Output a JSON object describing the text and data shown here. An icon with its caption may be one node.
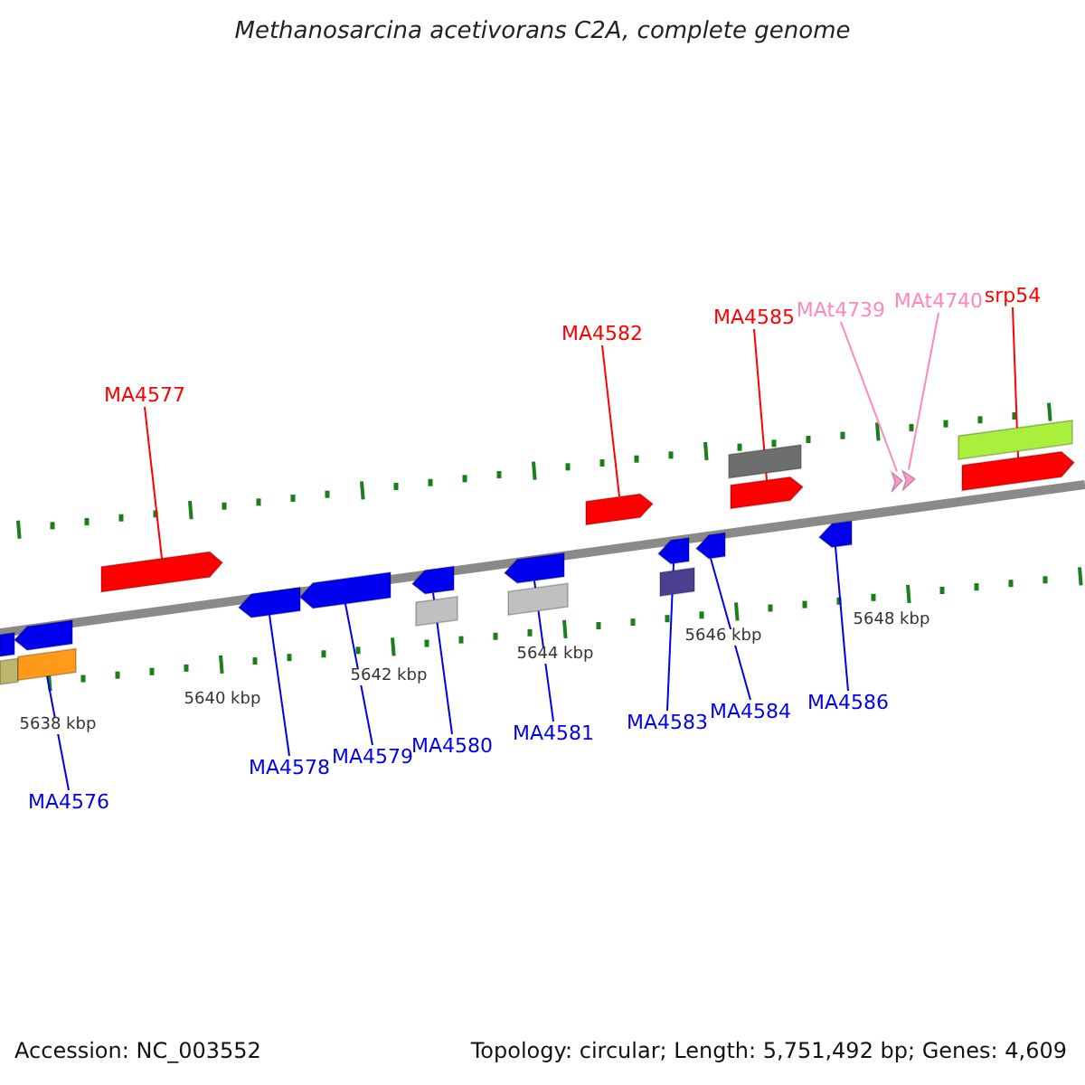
{
  "diagram": {
    "title": "Methanosarcina acetivorans C2A, complete genome",
    "nodes": [
      {
        "text": [
          "MA4577"
        ]
      },
      {
        "text": [
          "MA4582"
        ]
      },
      {
        "text": [
          "MA4585"
        ]
      },
      {
        "text": [
          "MAt4739"
        ]
      },
      {
        "text": [
          "MAt4740"
        ]
      },
      {
        "text": [
          "srp54"
        ]
      },
      {
        "text": [],
        "shape": "bar"
      },
      {
        "text": [],
        "shape": "bar"
      },
      {
        "text": [],
        "shape": "pentagon"
      },
      {
        "text": [],
        "shape": "pentagon"
      },
      {
        "text": [],
        "shape": "pentagon"
      },
      {
        "text": [],
        "shape": "triangle"
      },
      {
        "text": [],
        "shape": "triangle"
      },
      {
        "text": [],
        "shape": "pentagon"
      },
      {
        "text": [],
        "shape": "bar"
      },
      {
        "text": [],
        "shape": "pentagon"
      },
      {
        "text": [],
        "shape": "pentagon"
      },
      {
        "text": [],
        "shape": "pentagon"
      },
      {
        "text": [],
        "shape": "pentagon"
      },
      {
        "text": [],
        "shape": "pentagon"
      },
      {
        "text": [],
        "shape": "pentagon"
      },
      {
        "text": [],
        "shape": "pentagon"
      },
      {
        "text": [],
        "shape": "pentagon"
      },
      {
        "text": [],
        "shape": "bar"
      },
      {
        "text": [],
        "shape": "bar"
      },
      {
        "text": [],
        "shape": "bar"
      },
      {
        "text": [],
        "shape": "bar"
      },
      {
        "text": [],
        "shape": "bar"
      },
      {
        "text": [
          "MA4576"
        ]
      },
      {
        "text": [
          "MA4578"
        ]
      },
      {
        "text": [
          "MA4579"
        ]
      },
      {
        "text": [
          "MA4580"
        ]
      },
      {
        "text": [
          "MA4581"
        ]
      },
      {
        "text": [
          "MA4583"
        ]
      },
      {
        "text": [
          "MA4584"
        ]
      },
      {
        "text": [
          "MA4586"
        ]
      }
    ],
    "edges": [
      {
        "from": 0,
        "to": 8,
        "arrow": "none",
        "color": "#ff0000"
      },
      {
        "from": 1,
        "to": 9,
        "arrow": "none",
        "color": "#ff0000"
      },
      {
        "from": 2,
        "to": 10,
        "arrow": "none",
        "color": "#ff0000"
      },
      {
        "from": 3,
        "to": 11,
        "arrow": "none",
        "color": "#ff88bb"
      },
      {
        "from": 4,
        "to": 12,
        "arrow": "none",
        "color": "#ff88bb"
      },
      {
        "from": 5,
        "to": 13,
        "arrow": "none",
        "color": "#ff0000"
      },
      {
        "from": 28,
        "to": 24,
        "arrow": "none"
      },
      {
        "from": 29,
        "to": 16,
        "arrow": "none"
      },
      {
        "from": 30,
        "to": 17,
        "arrow": "none"
      },
      {
        "from": 31,
        "to": 18,
        "arrow": "none"
      },
      {
        "from": 32,
        "to": 19,
        "arrow": "none"
      },
      {
        "from": 33,
        "to": 20,
        "arrow": "none"
      },
      {
        "from": 34,
        "to": 21,
        "arrow": "none"
      },
      {
        "from": 35,
        "to": 22,
        "arrow": "none"
      }
    ],
    "labels": [
      "5638 kbp",
      "5640 kbp",
      "5642 kbp",
      "5644 kbp",
      "5646 kbp",
      "5648 kbp",
      "Accession: NC_003552",
      "Topology: circular; Length: 5,751,492 bp; Genes: 4,609"
    ]
  }
}
